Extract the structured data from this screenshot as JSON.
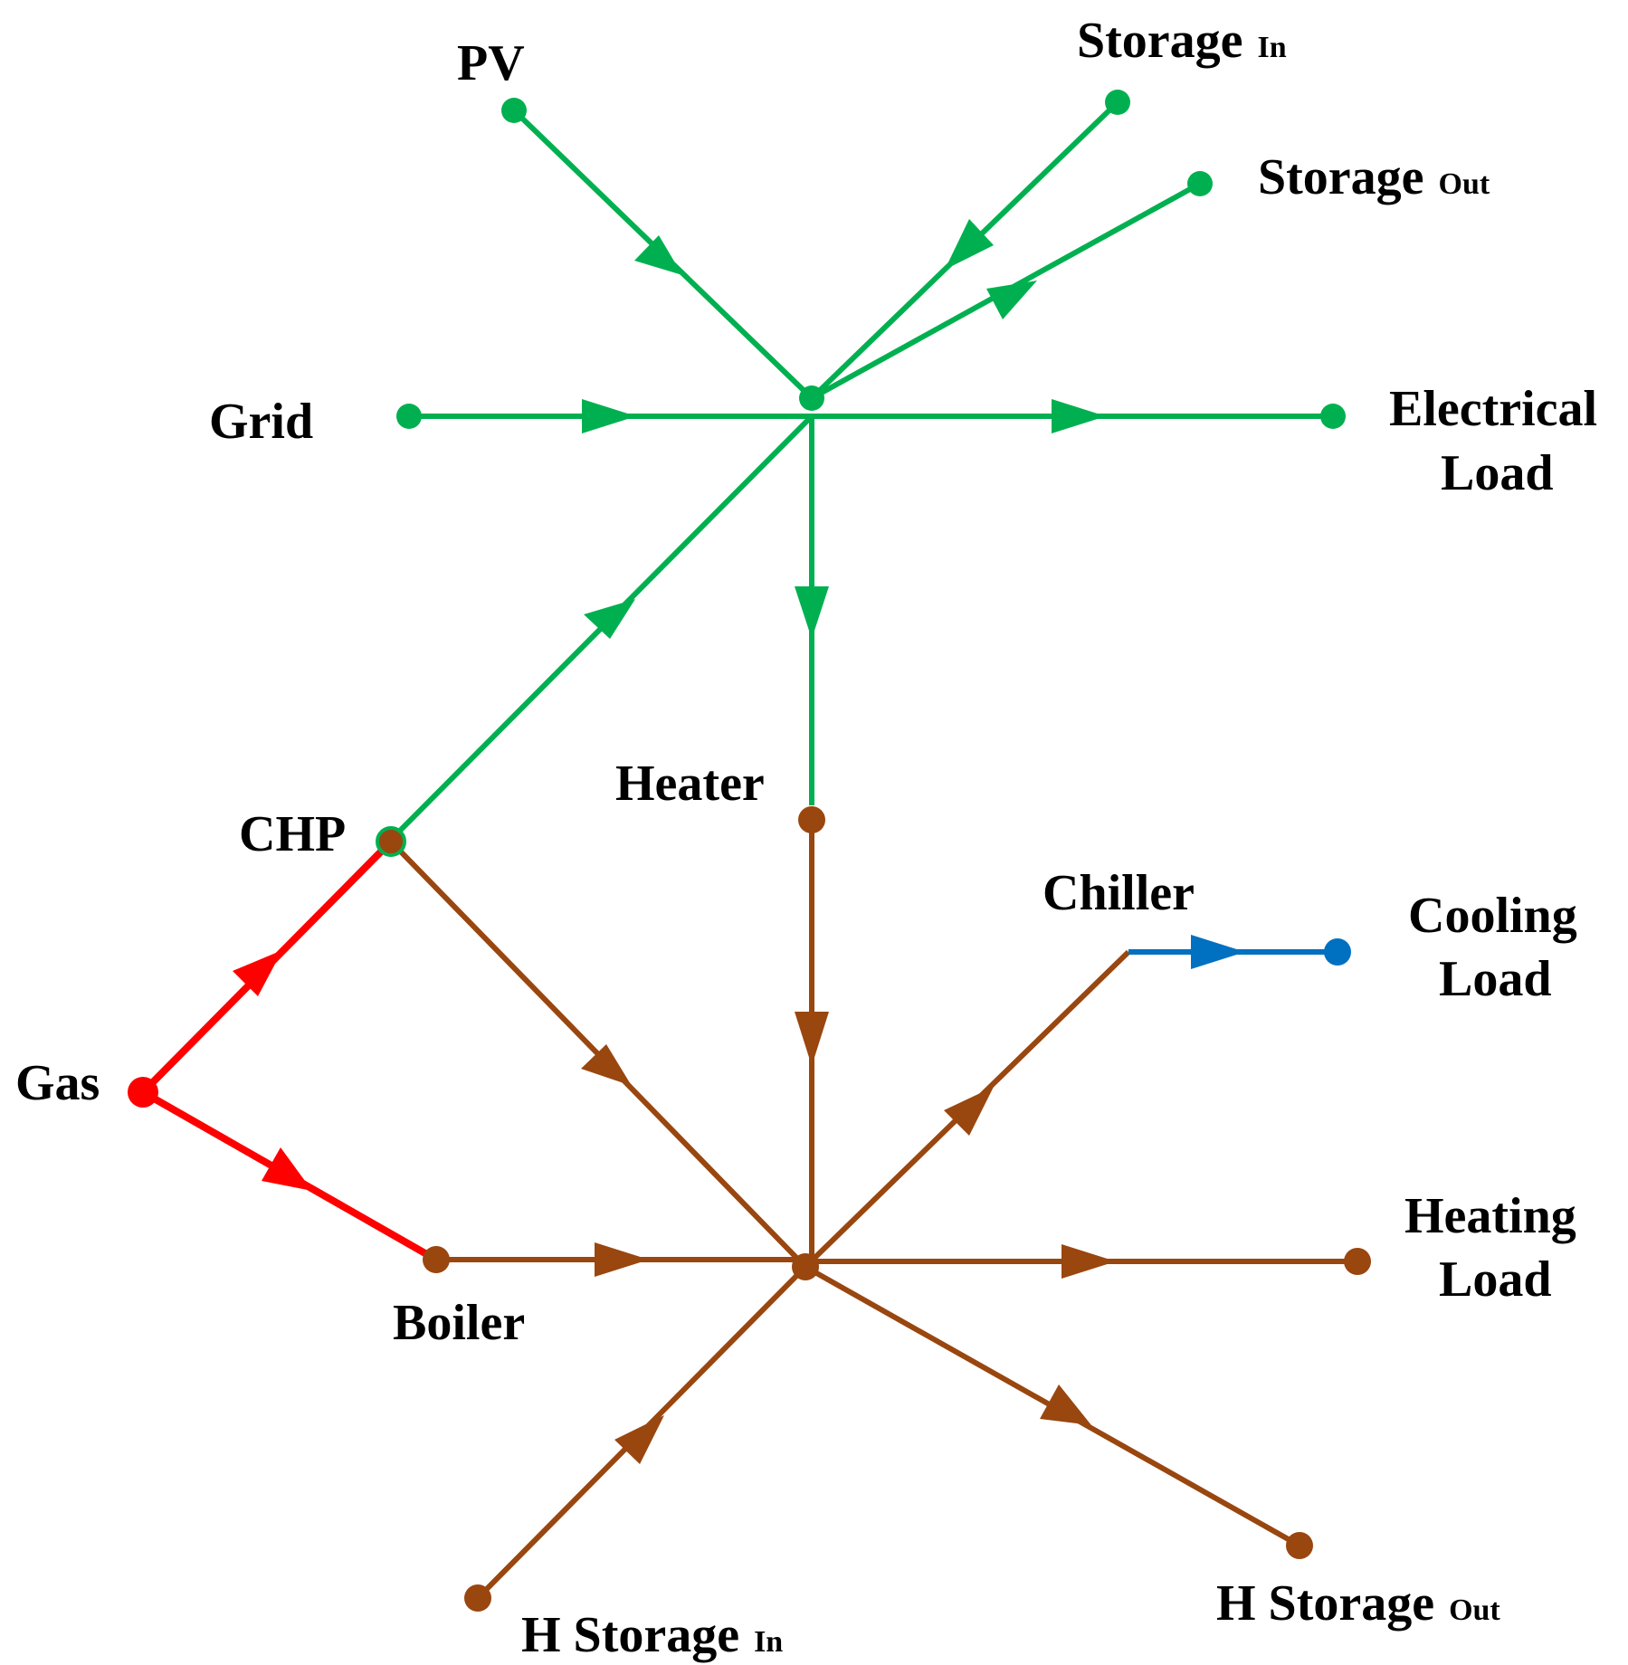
{
  "colors": {
    "electric": "#00b050",
    "heat": "#99460f",
    "gas": "#ff0000",
    "cooling": "#0070c0"
  },
  "labels": {
    "pv": "PV",
    "storage_in_main": "Storage",
    "storage_in_sub": "In",
    "storage_out_main": "Storage",
    "storage_out_sub": "Out",
    "grid": "Grid",
    "electrical_load_1": "Electrical",
    "electrical_load_2": "Load",
    "heater": "Heater",
    "chp": "CHP",
    "chiller": "Chiller",
    "cooling_load_1": "Cooling",
    "cooling_load_2": "Load",
    "gas": "Gas",
    "heating_load_1": "Heating",
    "heating_load_2": "Load",
    "boiler": "Boiler",
    "h_storage_in_main": "H Storage",
    "h_storage_in_sub": "In",
    "h_storage_out_main": "H Storage",
    "h_storage_out_sub": "Out"
  },
  "flows": [
    {
      "from": "PV",
      "to": "Electric bus",
      "carrier": "electric"
    },
    {
      "from": "Electric bus",
      "to": "Storage In",
      "carrier": "electric"
    },
    {
      "from": "Storage Out",
      "to": "Electric bus",
      "carrier": "electric"
    },
    {
      "from": "Grid",
      "to": "Electric bus",
      "carrier": "electric"
    },
    {
      "from": "Electric bus",
      "to": "Electrical Load",
      "carrier": "electric"
    },
    {
      "from": "CHP",
      "to": "Electric bus",
      "carrier": "electric"
    },
    {
      "from": "Electric bus",
      "to": "Heater",
      "carrier": "electric"
    },
    {
      "from": "Gas",
      "to": "CHP",
      "carrier": "gas"
    },
    {
      "from": "Gas",
      "to": "Boiler",
      "carrier": "gas"
    },
    {
      "from": "CHP",
      "to": "Heat bus",
      "carrier": "heat"
    },
    {
      "from": "Heater",
      "to": "Heat bus",
      "carrier": "heat"
    },
    {
      "from": "Boiler",
      "to": "Heat bus",
      "carrier": "heat"
    },
    {
      "from": "Heat bus",
      "to": "Chiller",
      "carrier": "heat"
    },
    {
      "from": "Chiller",
      "to": "Cooling Load",
      "carrier": "cooling"
    },
    {
      "from": "Heat bus",
      "to": "Heating Load",
      "carrier": "heat"
    },
    {
      "from": "Heat bus",
      "to": "H Storage Out",
      "carrier": "heat"
    },
    {
      "from": "H Storage In",
      "to": "Heat bus",
      "carrier": "heat"
    }
  ]
}
